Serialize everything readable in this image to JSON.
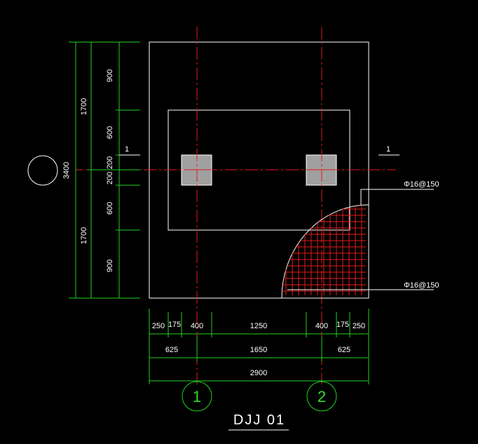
{
  "drawing": {
    "title": "DJJ 01",
    "section_marks": [
      "1",
      "1"
    ],
    "grid_labels": [
      "1",
      "2"
    ],
    "left_marker_label": "3400",
    "rebar_top": "Φ16@150",
    "rebar_bottom": "Φ16@150"
  },
  "dims": {
    "left_outer": [
      "1700",
      "1700"
    ],
    "left_inner": [
      "900",
      "600",
      "200",
      "200",
      "600",
      "900"
    ],
    "bottom_row1": [
      "250",
      "175",
      "400",
      "1250",
      "400",
      "175",
      "250"
    ],
    "bottom_row2": [
      "625",
      "1650",
      "625"
    ],
    "bottom_row3": [
      "2900"
    ]
  },
  "colors": {
    "background": "#000000",
    "dimension": "#1fd21f",
    "outline": "#ffffff",
    "axis": "#e21a1a",
    "column": "#a0a0a0"
  }
}
